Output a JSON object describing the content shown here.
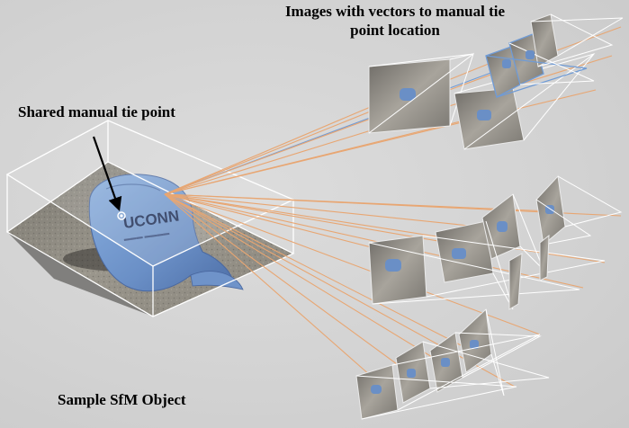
{
  "labels": {
    "images_vectors": "Images with vectors to manual tie point location",
    "shared_tie_point": "Shared manual tie point",
    "sample_object": "Sample SfM Object"
  },
  "hat_text": "UCONN",
  "colors": {
    "background": "#d4d4d4",
    "ray_orange": "#e8a672",
    "ray_blue": "#6f9bd6",
    "frustum_white": "#ffffff",
    "frustum_blue": "#6f9bd6",
    "hat_blue": "#6a8fc6"
  }
}
